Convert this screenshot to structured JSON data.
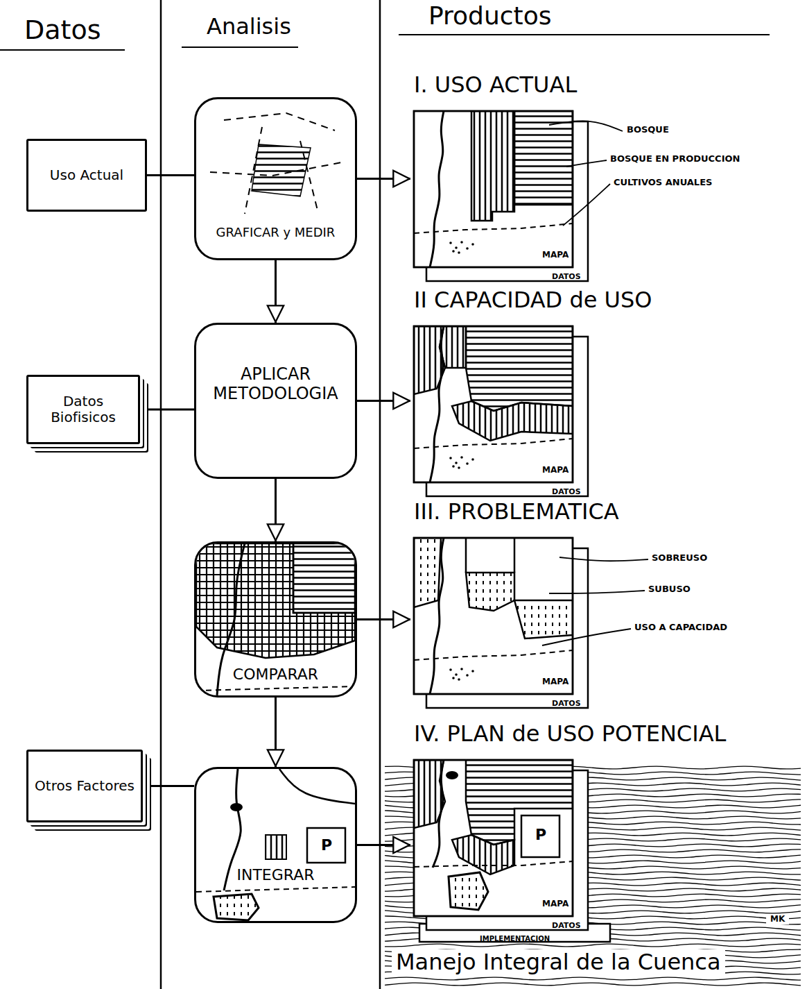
{
  "diagram": {
    "nodes": [
      {
        "text": [
          "Uso Actual"
        ]
      },
      {
        "text": [
          "Datos Biofisicos"
        ]
      },
      {
        "text": [
          "Otros Factores"
        ]
      },
      {
        "text": [
          "GRAFICAR y MEDIR"
        ]
      },
      {
        "text": [
          "APLICAR METODOLOGIA"
        ]
      },
      {
        "text": [
          "COMPARAR"
        ]
      },
      {
        "text": [
          "INTEGRAR",
          "P"
        ]
      },
      {
        "text": [
          "I. USO ACTUAL",
          "MAPA",
          "DATOS"
        ]
      },
      {
        "text": [
          "II CAPACIDAD de USO",
          "MAPA",
          "DATOS"
        ]
      },
      {
        "text": [
          "III. PROBLEMATICA",
          "MAPA",
          "DATOS"
        ]
      },
      {
        "text": [
          "IV. PLAN de USO POTENCIAL",
          "P",
          "MAPA",
          "DATOS",
          "IMPLEMENTACION"
        ]
      }
    ],
    "edges": [
      {
        "from": 0,
        "to": 3,
        "arrow": "none"
      },
      {
        "from": 1,
        "to": 4,
        "arrow": "none"
      },
      {
        "from": 2,
        "to": 6,
        "arrow": "none"
      },
      {
        "from": 3,
        "to": 4,
        "arrow": "to"
      },
      {
        "from": 4,
        "to": 5,
        "arrow": "to"
      },
      {
        "from": 5,
        "to": 6,
        "arrow": "to"
      },
      {
        "from": 3,
        "to": 7,
        "arrow": "to"
      },
      {
        "from": 4,
        "to": 8,
        "arrow": "to"
      },
      {
        "from": 5,
        "to": 9,
        "arrow": "to"
      },
      {
        "from": 6,
        "to": 10,
        "arrow": "to"
      }
    ],
    "labels": [
      "Datos",
      "Analisis",
      "Productos",
      "BOSQUE",
      "BOSQUE EN PRODUCCION",
      "CULTIVOS ANUALES",
      "SOBREUSO",
      "SUBUSO",
      "USO A CAPACIDAD",
      "Manejo Integral de la Cuenca",
      "MK"
    ]
  }
}
